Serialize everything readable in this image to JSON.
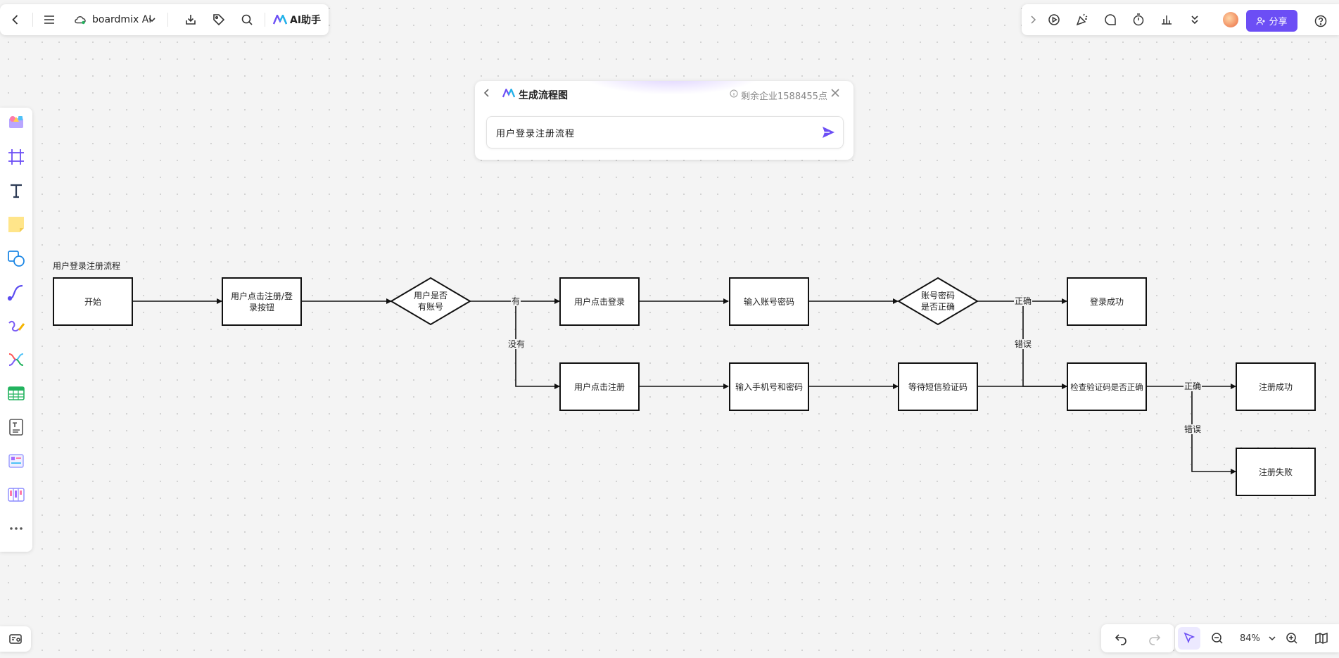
{
  "toolbar": {
    "file_name": "boardmix AI",
    "ai_button": "AI助手",
    "share_label": "分享"
  },
  "ai_panel": {
    "title": "生成流程图",
    "credits": "剩余企业1588455点",
    "input_value": "用户登录注册流程"
  },
  "flowchart": {
    "title": "用户登录注册流程",
    "nodes": {
      "start": "开始",
      "click_btn": "用户点击注册/登录按钮",
      "has_account": "用户是否有账号",
      "click_login": "用户点击登录",
      "input_account": "输入账号密码",
      "check_account": "账号密码是否正确",
      "login_success": "登录成功",
      "click_register": "用户点击注册",
      "input_phone": "输入手机号和密码",
      "wait_sms": "等待短信验证码",
      "check_code": "检查验证码是否正确",
      "register_success": "注册成功",
      "register_fail": "注册失败"
    },
    "edges": {
      "yes": "有",
      "no": "没有",
      "correct1": "正确",
      "wrong1": "错误",
      "correct2": "正确",
      "wrong2": "错误"
    }
  },
  "zoom": "84%",
  "colors": {
    "accent": "#6c4ef5",
    "line": "#111111"
  }
}
